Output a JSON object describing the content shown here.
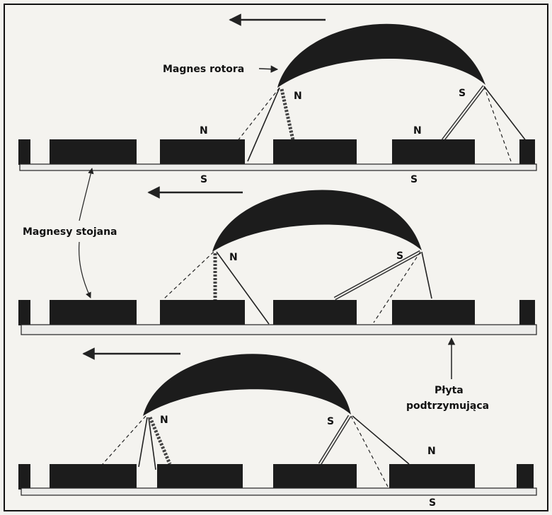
{
  "labels": {
    "rotor_magnet": "Magnes rotora",
    "stator_magnets": "Magnesy stojana",
    "support_plate_line1": "Płyta",
    "support_plate_line2": "podtrzymująca"
  },
  "poles": {
    "n": "N",
    "s": "S"
  },
  "colors": {
    "background": "#f4f3ef",
    "magnet": "#1c1c1c",
    "plate": "#ececea",
    "line": "#222222"
  }
}
